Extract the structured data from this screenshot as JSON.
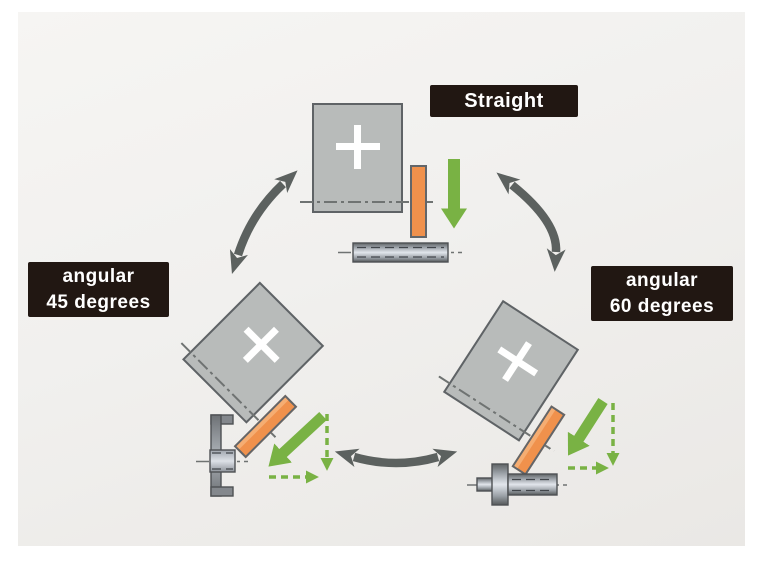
{
  "labels": {
    "straight": {
      "text": "Straight"
    },
    "angular45": {
      "line1": "angular",
      "line2": "45 degrees"
    },
    "angular60": {
      "line1": "angular",
      "line2": "60 degrees"
    }
  },
  "colors": {
    "label_bg": "#211712",
    "label_text": "#ffffff",
    "canvas_bg": "#f1f0ee",
    "wheelhead_fill": "#b8bbba",
    "wheelhead_border": "#5f6366",
    "wheel_orange": "#f0914c",
    "wheel_orange_bevel": "#f5ad72",
    "wheel_border": "#62666a",
    "infeed_green": "#79b244",
    "swap_arrow_gray": "#5c615f",
    "axis_line": "#6f7372",
    "cross_mark": "#ffffff"
  }
}
